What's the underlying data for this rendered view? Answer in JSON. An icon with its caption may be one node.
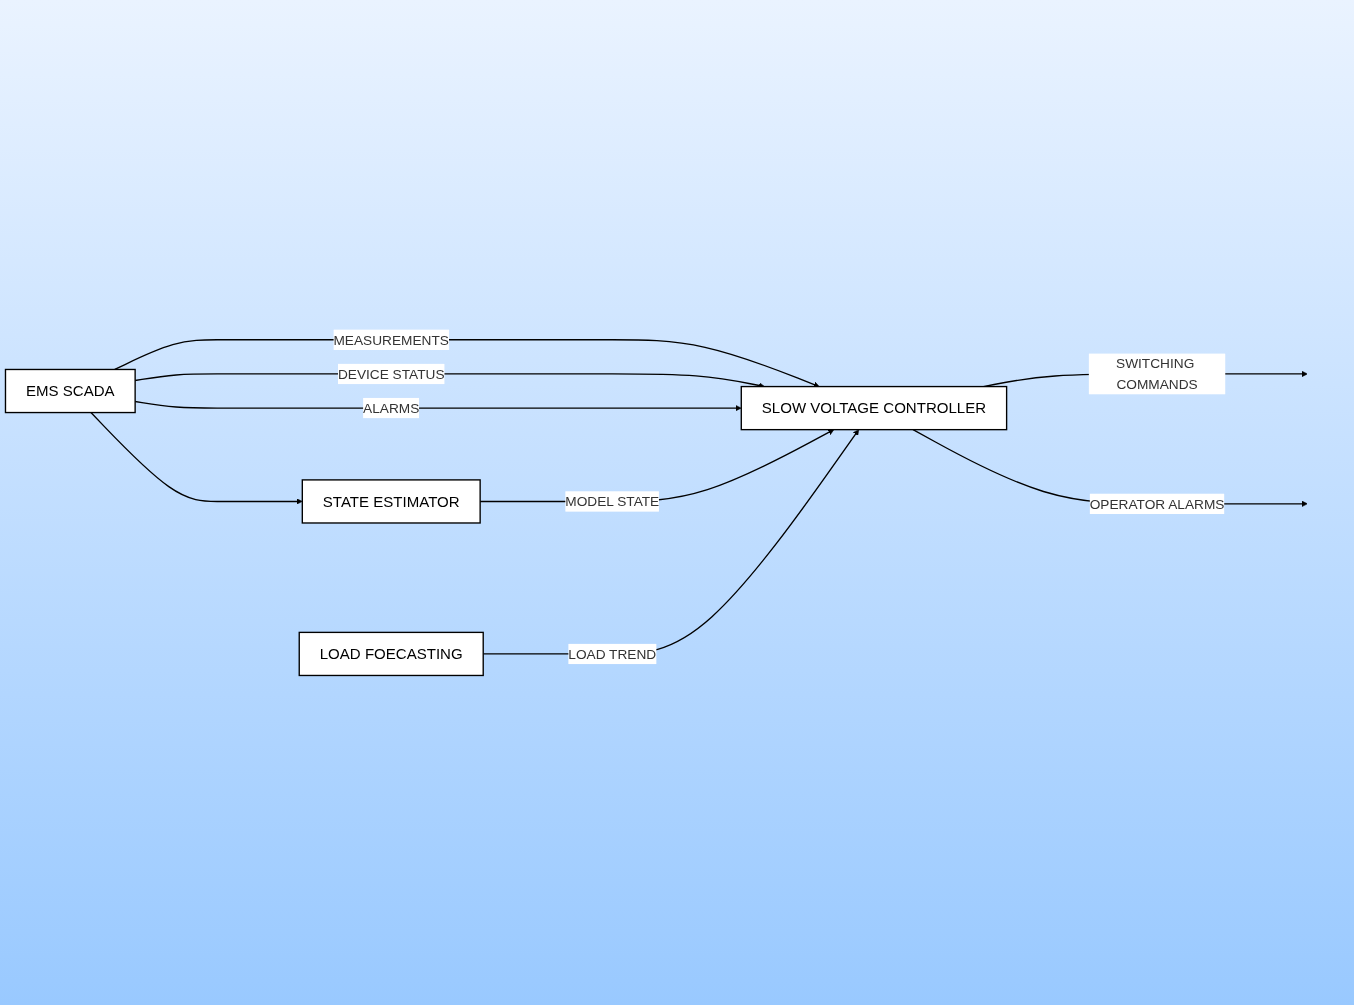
{
  "diagram": {
    "nodes": [
      {
        "text": [
          "EMS SCADA"
        ]
      },
      {
        "text": [
          "STATE ESTIMATOR"
        ]
      },
      {
        "text": [
          "LOAD FOECASTING"
        ]
      },
      {
        "text": [
          "SLOW VOLTAGE CONTROLLER"
        ]
      }
    ],
    "edges": [
      {
        "from": 0,
        "to": 3,
        "arrow": "to",
        "label": "MEASUREMENTS"
      },
      {
        "from": 0,
        "to": 3,
        "arrow": "to",
        "label": "DEVICE STATUS"
      },
      {
        "from": 0,
        "to": 3,
        "arrow": "to",
        "label": "ALARMS"
      },
      {
        "from": 0,
        "to": 1,
        "arrow": "to"
      },
      {
        "from": 1,
        "to": 3,
        "arrow": "to",
        "label": "MODEL STATE"
      },
      {
        "from": 2,
        "to": 3,
        "arrow": "to",
        "label": "LOAD TREND"
      },
      {
        "from": 3,
        "to": null,
        "arrow": "to",
        "label": "SWITCHING COMMANDS"
      },
      {
        "from": 3,
        "to": null,
        "arrow": "to",
        "label": "OPERATOR ALARMS"
      }
    ]
  }
}
